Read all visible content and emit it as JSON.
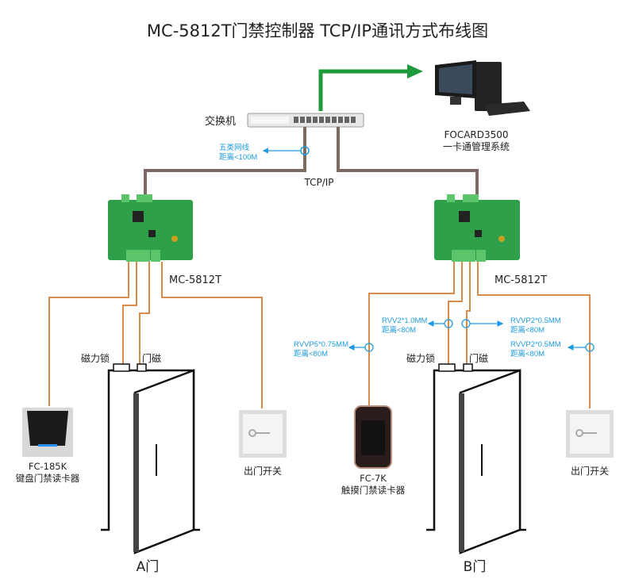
{
  "title": "MC-5812T门禁控制器 TCP/IP通讯方式布线图",
  "colors": {
    "wire_orange": "#d98c4a",
    "network_line": "#7a6a62",
    "annotation_blue": "#1e9be0",
    "arrow_green": "#1f9a3a",
    "board_green": "#2fa04a"
  },
  "switch": {
    "label": "交换机"
  },
  "computer": {
    "model": "FOCARD3500",
    "name": "一卡通管理系统"
  },
  "network": {
    "protocol": "TCP/IP",
    "cable_line1": "五类网线",
    "cable_line2": "距离<100M"
  },
  "controllers": [
    {
      "label": "MC-5812T"
    },
    {
      "label": "MC-5812T"
    }
  ],
  "door_a": {
    "label": "A门",
    "lock": "磁力锁",
    "sensor": "门磁",
    "reader_model": "FC-185K",
    "reader_name": "键盘门禁读卡器",
    "exit": "出门开关"
  },
  "door_b": {
    "label": "B门",
    "lock": "磁力锁",
    "sensor": "门磁",
    "reader_model": "FC-7K",
    "reader_name": "触摸门禁读卡器",
    "exit": "出门开关"
  },
  "cables": [
    {
      "spec": "RVVP5*0.75MM",
      "dist": "距离<80M"
    },
    {
      "spec": "RVV2*1.0MM",
      "dist": "距离<80M"
    },
    {
      "spec": "RVVP2*0.5MM",
      "dist": "距离<80M"
    },
    {
      "spec": "RVVP2*0.5MM",
      "dist": "距离<80M"
    }
  ]
}
